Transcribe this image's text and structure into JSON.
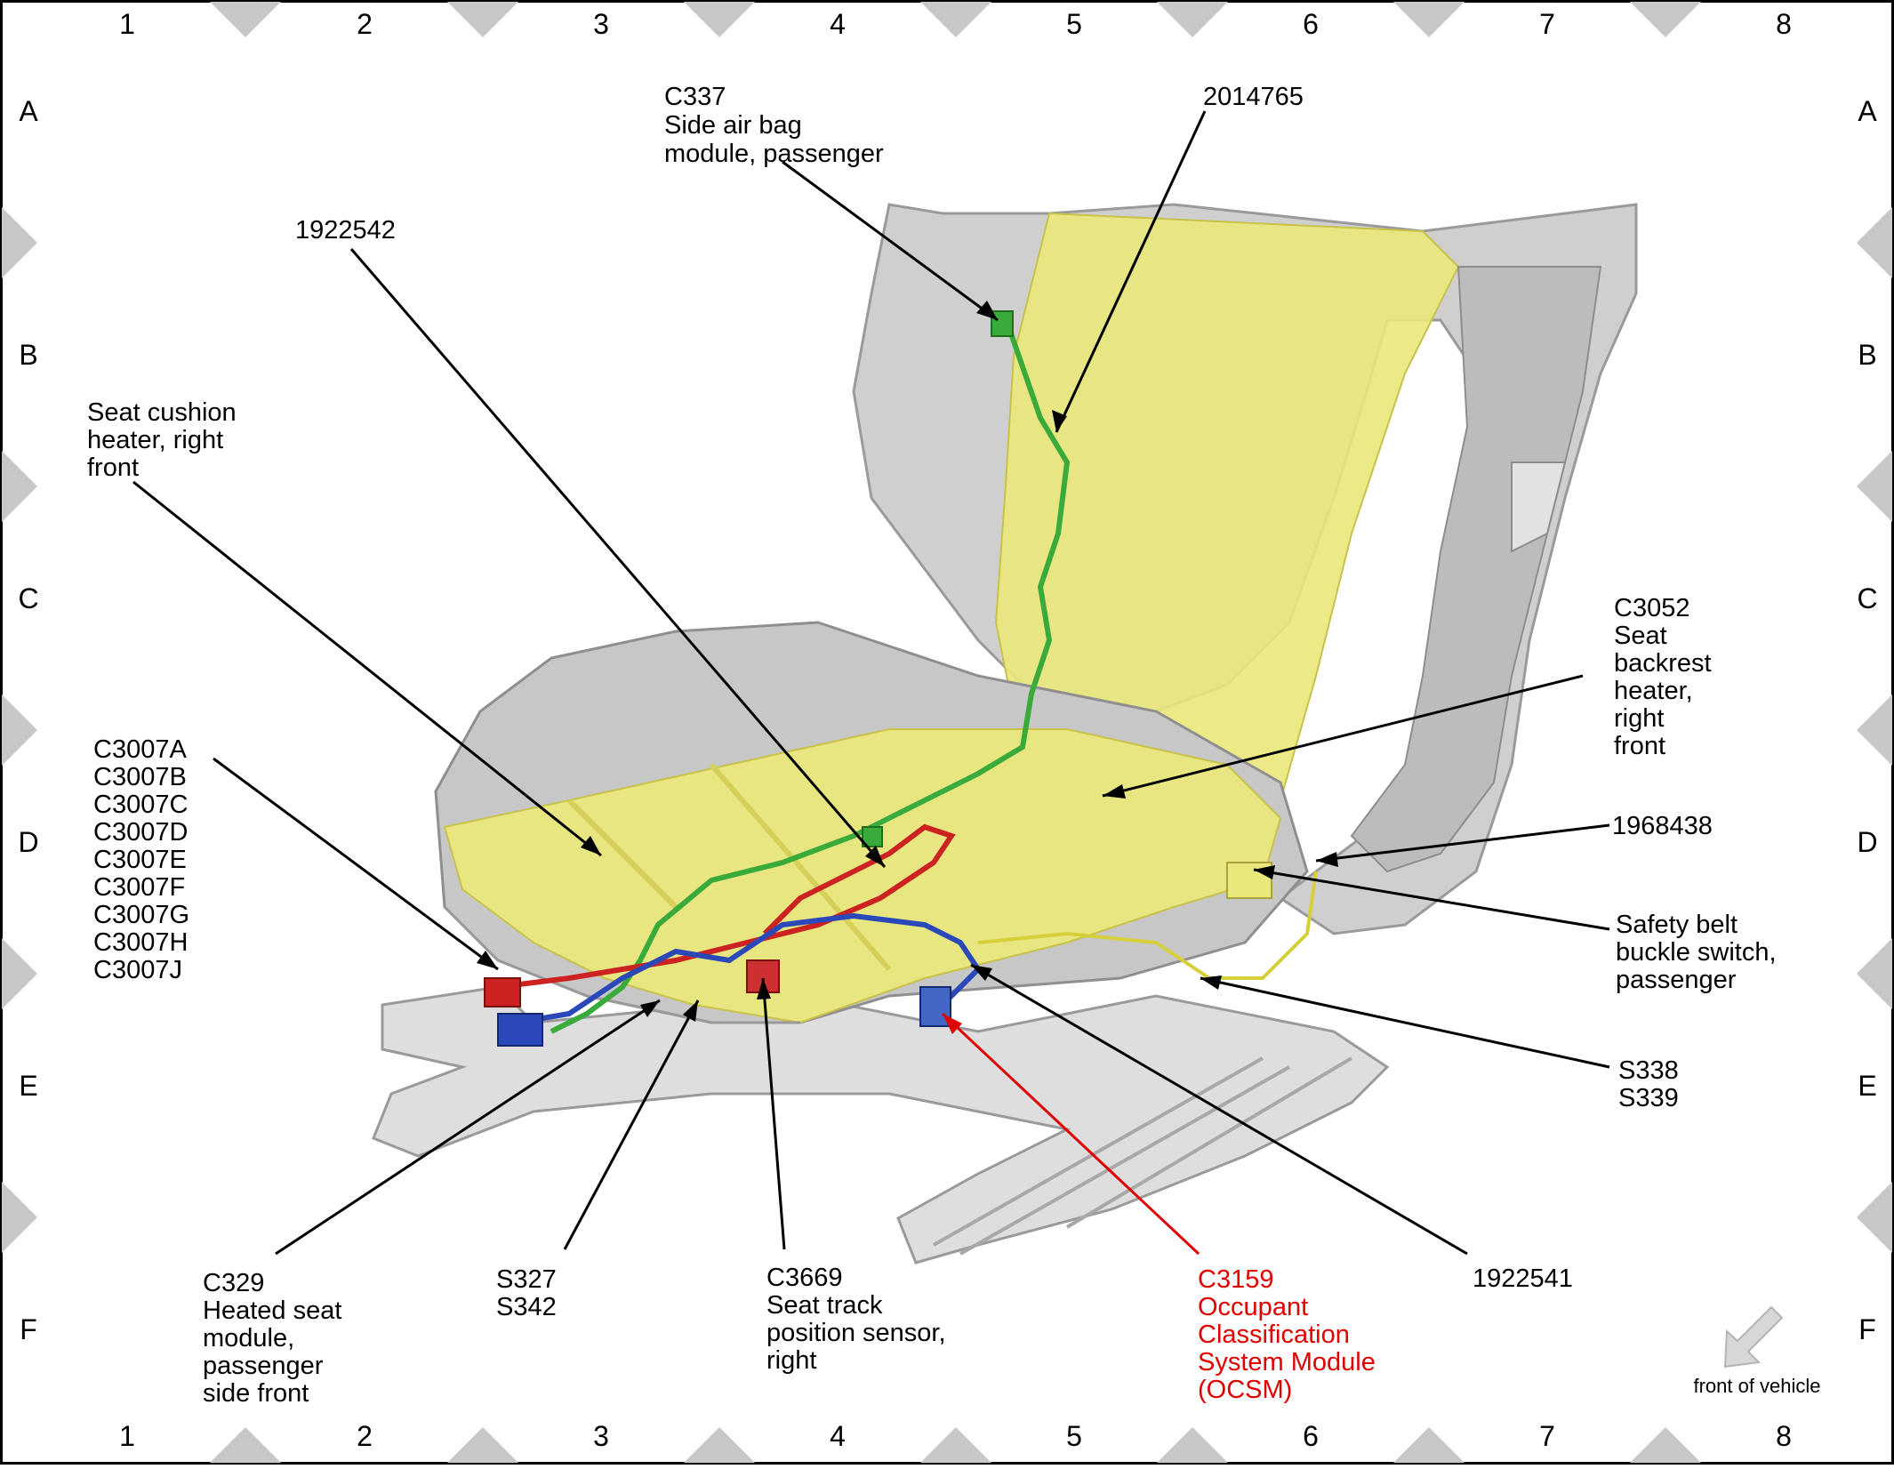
{
  "grid": {
    "columns": [
      "1",
      "2",
      "3",
      "4",
      "5",
      "6",
      "7",
      "8"
    ],
    "rows": [
      "A",
      "B",
      "C",
      "D",
      "E",
      "F"
    ]
  },
  "callouts": {
    "c337": [
      "C337",
      "Side air bag",
      "module, passenger"
    ],
    "n2014765": [
      "2014765"
    ],
    "n1922542": [
      "1922542"
    ],
    "seat_cushion_heater": [
      "Seat cushion",
      "heater, right",
      "front"
    ],
    "c3052": [
      "C3052",
      "Seat",
      "backrest",
      "heater,",
      "right",
      "front"
    ],
    "c3007": [
      "C3007A",
      "C3007B",
      "C3007C",
      "C3007D",
      "C3007E",
      "C3007F",
      "C3007G",
      "C3007H",
      "C3007J"
    ],
    "n1968438": [
      "1968438"
    ],
    "safety_belt": [
      "Safety belt",
      "buckle switch,",
      "passenger"
    ],
    "s338": [
      "S338",
      "S339"
    ],
    "c329": [
      "C329",
      "Heated seat",
      "module,",
      "passenger",
      "side front"
    ],
    "s327": [
      "S327",
      "S342"
    ],
    "c3669": [
      "C3669",
      "Seat track",
      "position sensor,",
      "right"
    ],
    "c3159": [
      "C3159",
      "Occupant",
      "Classification",
      "System Module",
      "(OCSM)"
    ],
    "n1922541": [
      "1922541"
    ]
  },
  "front_of_vehicle": "front of vehicle",
  "colors": {
    "highlight": "#e00000",
    "seat_gray": "#c9c9c9",
    "heater_yellow": "#e9e87a",
    "wire_green": "#3aaa3a",
    "wire_red": "#cc2222",
    "wire_blue": "#2a48b8",
    "border_triangle": "#c8c8c8"
  }
}
